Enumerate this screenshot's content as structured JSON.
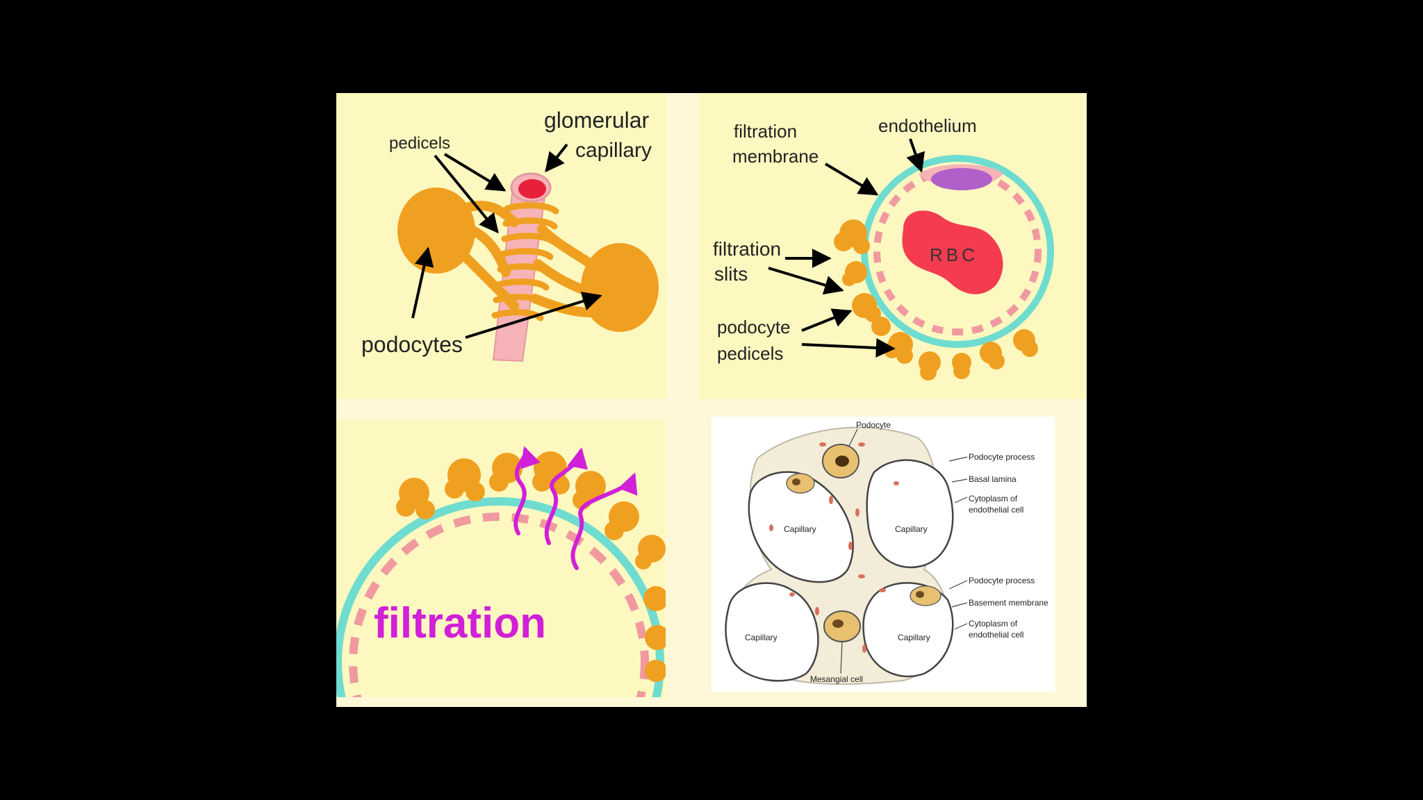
{
  "panel_top_left": {
    "label_glomerular": "glomerular",
    "label_capillary": "capillary",
    "label_pedicels": "pedicels",
    "label_podocytes": "podocytes"
  },
  "panel_top_right": {
    "label_filtration_1": "filtration",
    "label_membrane": "membrane",
    "label_endothelium": "endothelium",
    "label_filtration_2": "filtration",
    "label_slits": "slits",
    "label_podocyte": "podocyte",
    "label_pedicels": "pedicels",
    "label_rbc": "RBC"
  },
  "panel_bottom_left": {
    "label_filtration": "filtration"
  },
  "panel_bottom_right": {
    "label_podocyte": "Podocyte",
    "label_podocyte_process_1": "Podocyte process",
    "label_basal_lamina": "Basal lamina",
    "label_cytoplasm_1a": "Cytoplasm of",
    "label_cytoplasm_1b": "endothelial cell",
    "label_capillary_1": "Capillary",
    "label_capillary_2": "Capillary",
    "label_podocyte_process_2": "Podocyte process",
    "label_basement_membrane": "Basement membrane",
    "label_cytoplasm_2a": "Cytoplasm of",
    "label_cytoplasm_2b": "endothelial cell",
    "label_capillary_3": "Capillary",
    "label_capillary_4": "Capillary",
    "label_mesangial_cell": "Mesangial cell"
  },
  "colors": {
    "background": "#000000",
    "panel_cream": "#fdf8c0",
    "podocyte_orange": "#f0a020",
    "capillary_pink": "#f6b4b8",
    "lumen_red": "#e8203a",
    "basement_cyan": "#6fdcd0",
    "nucleus_purple": "#b060c8",
    "filtration_magenta": "#d020d8"
  }
}
